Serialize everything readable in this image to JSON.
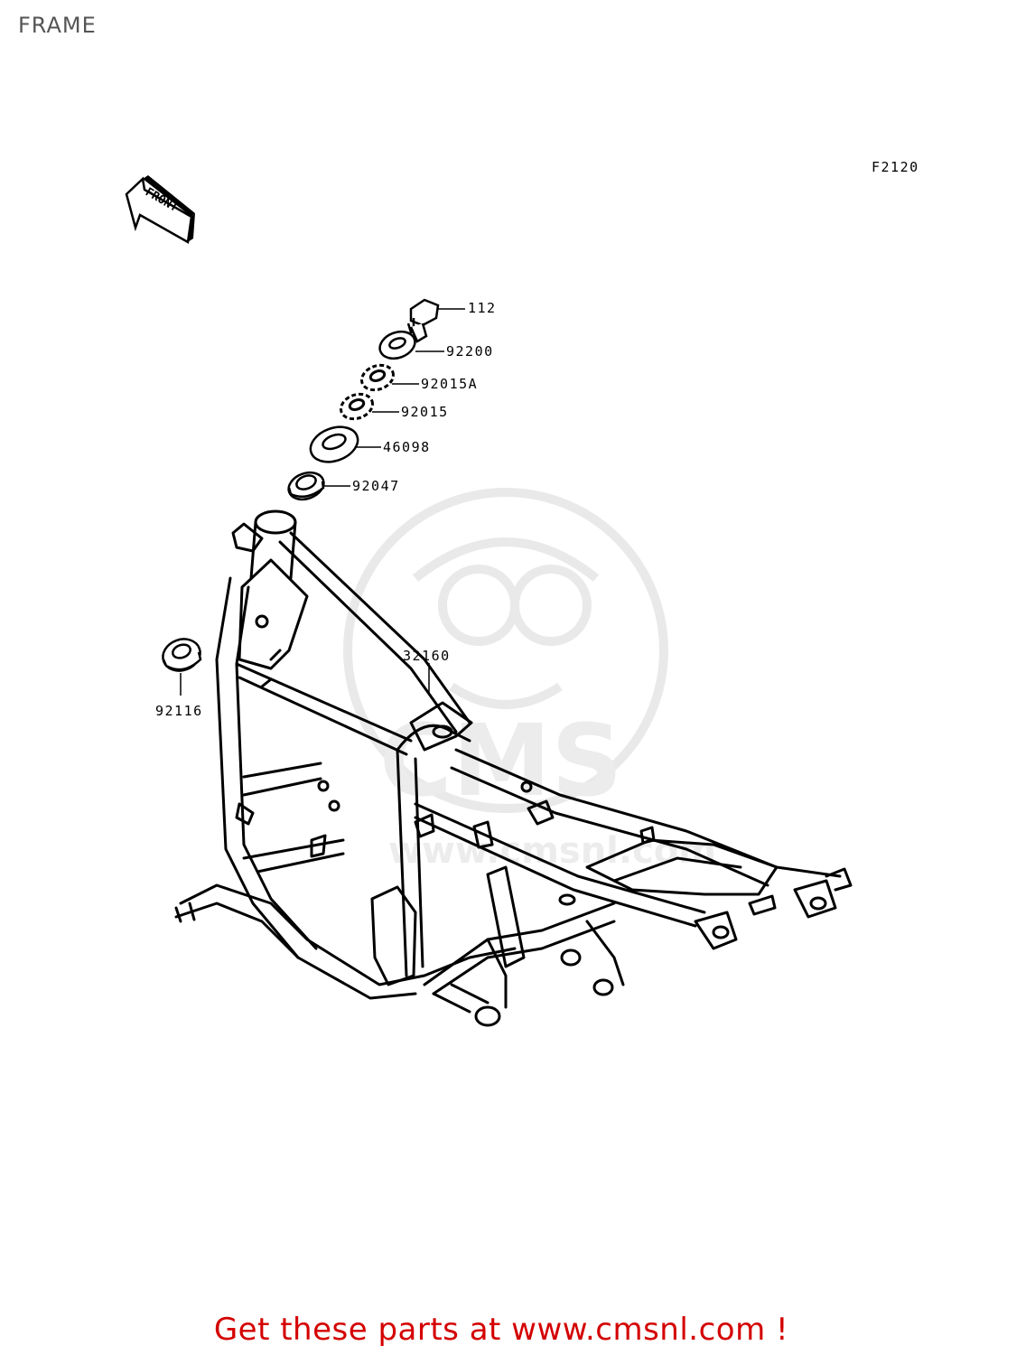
{
  "header": {
    "title": "FRAME"
  },
  "diagram": {
    "figure_code": "F2120",
    "front_arrow_text": "FRONT",
    "parts": [
      {
        "number": "112"
      },
      {
        "number": "92200"
      },
      {
        "number": "92015A"
      },
      {
        "number": "92015"
      },
      {
        "number": "46098"
      },
      {
        "number": "92047"
      },
      {
        "number": "32160"
      },
      {
        "number": "92116"
      }
    ],
    "watermark_text": "CMS",
    "watermark_url_text": "www.cmsnl.com"
  },
  "footer": {
    "cta_text": "Get these parts at www.cmsnl.com !",
    "cta_color": "#d40000"
  }
}
